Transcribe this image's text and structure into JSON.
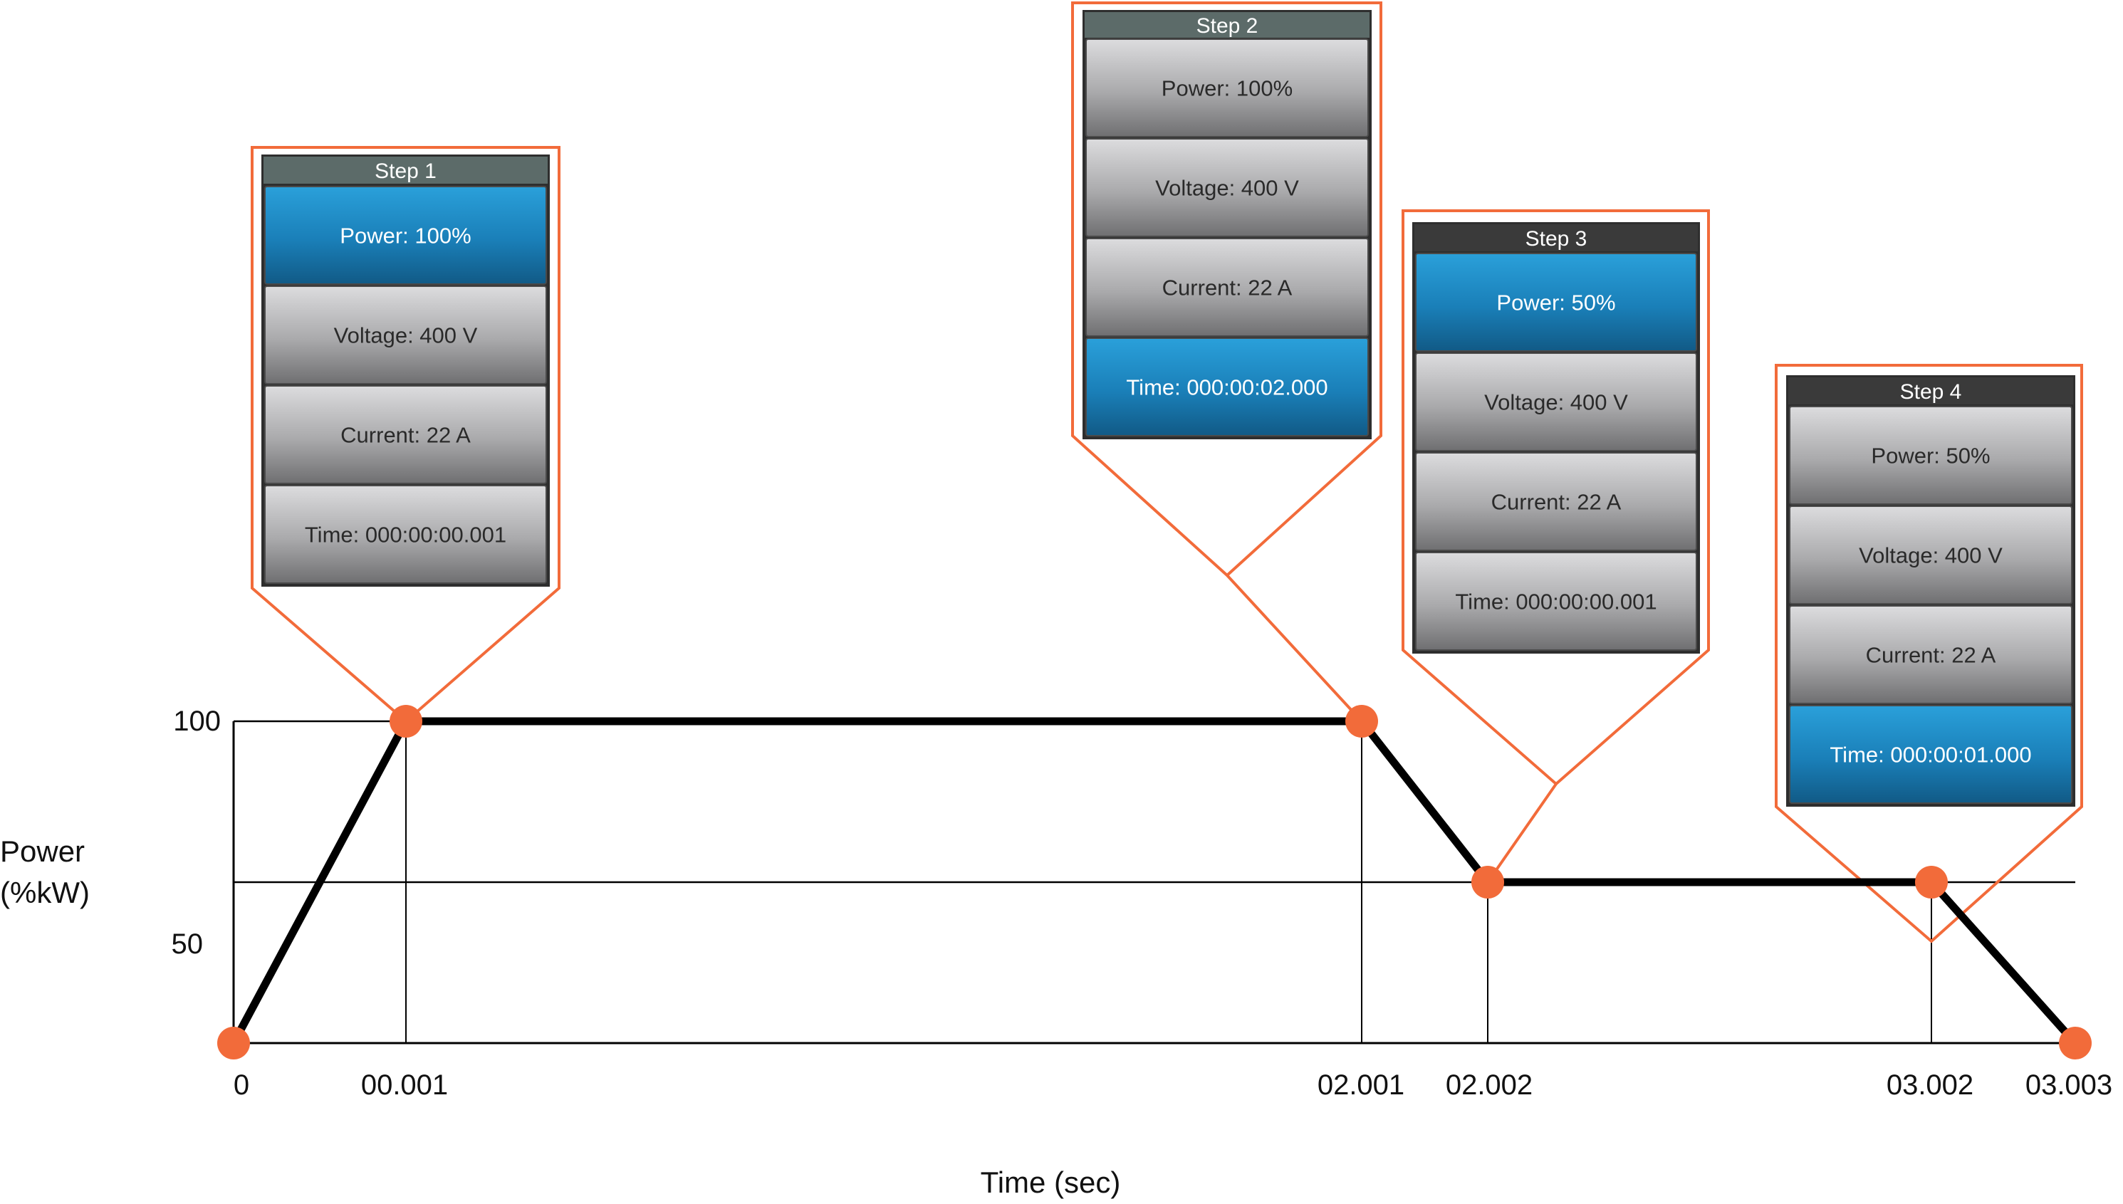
{
  "chart_data": {
    "type": "line",
    "ylabel_line1": "Power",
    "ylabel_line2": "(%kW)",
    "xlabel": "Time (sec)",
    "yticks": [
      "100",
      "50"
    ],
    "xticks": [
      "0",
      "00.001",
      "02.001",
      "02.002",
      "03.002",
      "03.003"
    ],
    "points": [
      {
        "x": "0",
        "y": 0
      },
      {
        "x": "00.001",
        "y": 100
      },
      {
        "x": "02.001",
        "y": 100
      },
      {
        "x": "02.002",
        "y": 50
      },
      {
        "x": "03.002",
        "y": 50
      },
      {
        "x": "03.003",
        "y": 0
      }
    ]
  },
  "colors": {
    "accent": "#F26B3A",
    "line": "#000000",
    "selected_field": "#1A7FB8",
    "normal_field": "#A9A9AB",
    "header_dark": "#3A3A3A",
    "header_slate": "#5C6B69"
  },
  "steps": [
    {
      "title": "Step 1",
      "fields": [
        {
          "text": "Power: 100%",
          "selected": true
        },
        {
          "text": "Voltage: 400 V",
          "selected": false
        },
        {
          "text": "Current: 22 A",
          "selected": false
        },
        {
          "text": "Time: 000:00:00.001",
          "selected": false
        }
      ]
    },
    {
      "title": "Step 2",
      "fields": [
        {
          "text": "Power: 100%",
          "selected": false
        },
        {
          "text": "Voltage: 400 V",
          "selected": false
        },
        {
          "text": "Current: 22 A",
          "selected": false
        },
        {
          "text": "Time: 000:00:02.000",
          "selected": true
        }
      ]
    },
    {
      "title": "Step 3",
      "fields": [
        {
          "text": "Power: 50%",
          "selected": true
        },
        {
          "text": "Voltage: 400 V",
          "selected": false
        },
        {
          "text": "Current: 22 A",
          "selected": false
        },
        {
          "text": "Time: 000:00:00.001",
          "selected": false
        }
      ]
    },
    {
      "title": "Step 4",
      "fields": [
        {
          "text": "Power: 50%",
          "selected": false
        },
        {
          "text": "Voltage: 400 V",
          "selected": false
        },
        {
          "text": "Current: 22 A",
          "selected": false
        },
        {
          "text": "Time: 000:00:01.000",
          "selected": true
        }
      ]
    }
  ]
}
